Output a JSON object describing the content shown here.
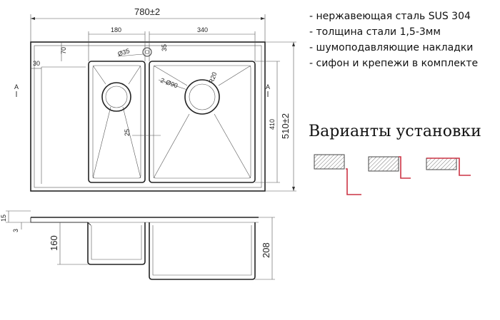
{
  "specs": [
    "- нержавеющая сталь SUS 304",
    "- толщина стали 1,5-3мм",
    "- шумоподавляющие накладки",
    "- сифон и крепежи в комплекте"
  ],
  "install_title": "Варианты установки",
  "dimensions": {
    "total_width": "780±2",
    "bowl_left_width": "180",
    "bowl_right_width": "340",
    "overflow_diameter": "Ø35",
    "tap_offset": "35",
    "top_offset": "70",
    "edge_offset": "30",
    "drain_label": "2-Ø90",
    "corner_radius": "R20",
    "bowl_gap": "25",
    "bowl_depth_plan": "410",
    "total_depth": "510±2",
    "section_marker_left": "A",
    "section_marker_right": "A",
    "flange_height": "15",
    "rim_thickness": "3",
    "left_bowl_depth": "160",
    "right_bowl_depth": "208"
  },
  "colors": {
    "line": "#333333",
    "install_accent": "#cc3344",
    "hatch": "#777777"
  }
}
